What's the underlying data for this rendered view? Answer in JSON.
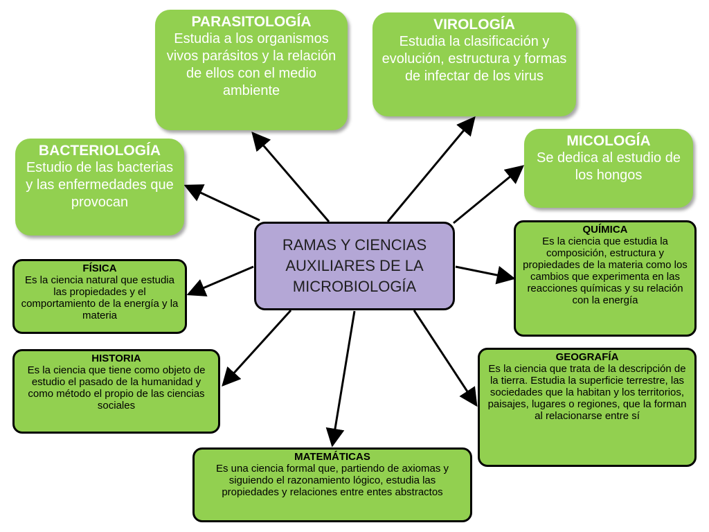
{
  "center": {
    "label": "RAMAS Y CIENCIAS AUXILIARES DE LA MICROBIOLOGÍA"
  },
  "branches": {
    "parasitologia": {
      "title": "PARASITOLOGÍA",
      "desc": "Estudia a los organismos vivos parásitos y la relación de ellos con el medio ambiente"
    },
    "virologia": {
      "title": "VIROLOGÍA",
      "desc": "Estudia la clasificación y evolución, estructura y formas de infectar de los virus"
    },
    "bacteriologia": {
      "title": "BACTERIOLOGÍA",
      "desc": "Estudio de las bacterias y las enfermedades que provocan"
    },
    "micologia": {
      "title": "MICOLOGÍA",
      "desc": "Se dedica al estudio de los hongos"
    },
    "quimica": {
      "title": "QUÍMICA",
      "desc": "Es la ciencia que estudia la composición, estructura y propiedades de la materia como los cambios que experimenta en las reacciones químicas y su relación con la energía"
    },
    "fisica": {
      "title": "FÍSICA",
      "desc": "Es la ciencia natural que estudia las propiedades y el comportamiento de la energía y la materia"
    },
    "historia": {
      "title": "HISTORIA",
      "desc": "Es la ciencia que tiene como objeto de estudio el pasado de la humanidad y como método el propio de las ciencias sociales"
    },
    "geografia": {
      "title": "GEOGRAFÍA",
      "desc": "Es la ciencia que trata de la descripción de la tierra. Estudia la superficie terrestre, las sociedades que la habitan y los territorios, paisajes, lugares o regiones, que la forman al relacionarse entre sí"
    },
    "matematicas": {
      "title": "MATEMÁTICAS",
      "desc": "Es una ciencia formal que, partiendo de axiomas y siguiendo el razonamiento lógico, estudia las propiedades y relaciones entre entes abstractos"
    }
  },
  "colors": {
    "box_fill": "#92d050",
    "center_fill": "#b4a7d6",
    "outline": "#000000",
    "soft_text": "#ffffff"
  }
}
